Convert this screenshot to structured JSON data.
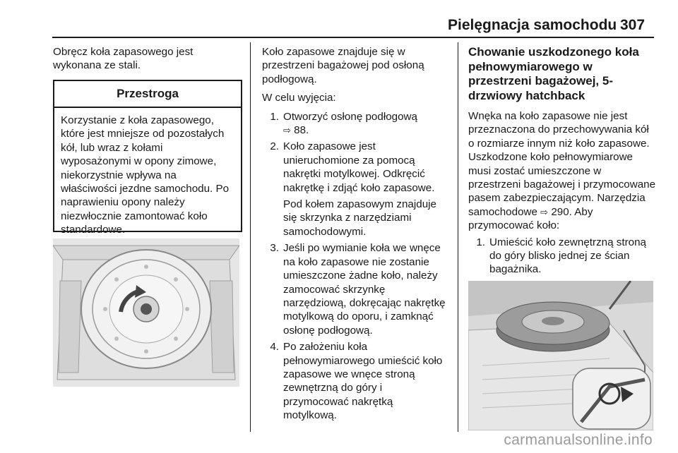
{
  "header": {
    "title": "Pielęgnacja samochodu",
    "page_number": "307"
  },
  "col1": {
    "intro": "Obręcz koła zapasowego jest wykonana ze stali.",
    "caution_title": "Przestroga",
    "caution_text": "Korzystanie z koła zapasowego, które jest mniejsze od pozostałych kół, lub wraz z kołami wyposażonymi w opony zimowe, niekorzystnie wpływa na właściwości jezdne samochodu. Po naprawieniu opony należy niezwłocznie zamontować koło standardowe."
  },
  "col2": {
    "intro": "Koło zapasowe znajduje się w przestrzeni bagażowej pod osłoną podłogową.",
    "lead": "W celu wyjęcia:",
    "steps": [
      {
        "num": "1.",
        "text": "Otworzyć osłonę podłogową",
        "ref": "88."
      },
      {
        "num": "2.",
        "text": "Koło zapasowe jest unieruchomione za pomocą nakrętki motylkowej. Odkręcić nakrętkę i zdjąć koło zapasowe."
      },
      {
        "num": "3.",
        "text": "Jeśli po wymianie koła we wnęce na koło zapasowe nie zostanie umieszczone żadne koło, należy zamocować skrzynkę narzędziową, dokręcając nakrętkę motylkową do oporu, i zamknąć osłonę podłogową."
      },
      {
        "num": "4.",
        "text": "Po założeniu koła pełnowymiarowego umieścić koło zapasowe we wnęce stroną zewnętrzną do góry i przymocować nakrętką motylkową."
      }
    ],
    "step2_note": "Pod kołem zapasowym znajduje się skrzynka z narzędziami samochodowymi."
  },
  "col3": {
    "heading": "Chowanie uszkodzonego koła pełnowymiarowego w przestrzeni bagażowej, 5-drzwiowy hatchback",
    "para_before_ref": "Wnęka na koło zapasowe nie jest przeznaczona do przechowywania kół o rozmiarze innym niż koło zapasowe. Uszkodzone koło pełnowymiarowe musi zostać umieszczone w przestrzeni bagażowej i przymocowane pasem zabezpieczającym. Narzędzia samochodowe",
    "ref": "290.",
    "para_after_ref": "Aby przymocować koło:",
    "steps": [
      {
        "num": "1.",
        "text": "Umieścić koło zewnętrzną stroną do góry blisko jednej ze ścian bagażnika."
      }
    ]
  },
  "ref_symbol": "⇨",
  "watermark": "carmanualsonline.info",
  "colors": {
    "text": "#1a1a1a",
    "watermark": "#9a9a9a",
    "figure_bg": "#e4e4e4"
  }
}
